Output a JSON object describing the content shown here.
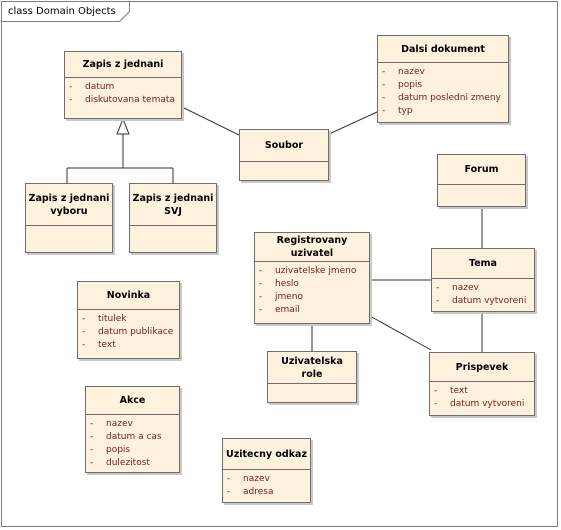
{
  "frame": {
    "label": "class Domain Objects"
  },
  "classes": {
    "zapis": {
      "name": "Zapis z jednani",
      "attrs": [
        "datum",
        "diskutovana temata"
      ]
    },
    "dalsi": {
      "name": "Dalsi dokument",
      "attrs": [
        "nazev",
        "popis",
        "datum posledni zmeny",
        "typ"
      ]
    },
    "soubor": {
      "name": "Soubor",
      "attrs": []
    },
    "vyboru": {
      "name": "Zapis z jednani\nvyboru",
      "attrs": []
    },
    "svj": {
      "name": "Zapis z jednani\nSVJ",
      "attrs": []
    },
    "forum": {
      "name": "Forum",
      "attrs": []
    },
    "reg": {
      "name": "Registrovany uzivatel",
      "attrs": [
        "uzivatelske jmeno",
        "heslo",
        "jmeno",
        "email"
      ]
    },
    "tema": {
      "name": "Tema",
      "attrs": [
        "nazev",
        "datum vytvoreni"
      ]
    },
    "novinka": {
      "name": "Novinka",
      "attrs": [
        "titulek",
        "datum publikace",
        "text"
      ]
    },
    "role": {
      "name": "Uzivatelska role",
      "attrs": []
    },
    "prisp": {
      "name": "Prispevek",
      "attrs": [
        "text",
        "datum vytvoreni"
      ]
    },
    "akce": {
      "name": "Akce",
      "attrs": [
        "nazev",
        "datum a cas",
        "popis",
        "dulezitost"
      ]
    },
    "odkaz": {
      "name": "Uzitecny odkaz",
      "attrs": [
        "nazev",
        "adresa"
      ]
    }
  },
  "colors": {
    "fill": "#fef1de",
    "border": "#6e6e6e",
    "attribute_text": "#7a1a1a"
  }
}
